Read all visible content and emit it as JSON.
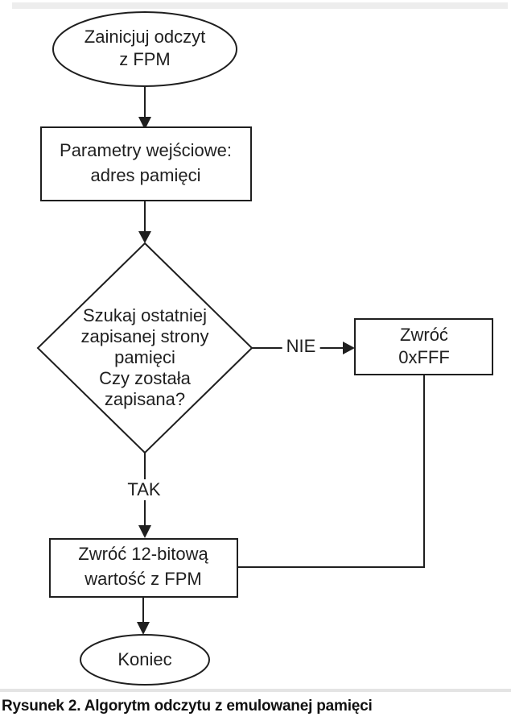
{
  "caption": {
    "text": "Rysunek 2. Algorytm odczytu z emulowanej pamięci"
  },
  "flowchart": {
    "start": "Zainicjuj odczyt\nz FPM",
    "input_params": "Parametry wejściowe:\nadres pamięci",
    "decision": "Szukaj ostatniej\nzapisanej strony\npamięci\nCzy została\nzapisana?",
    "branch_no": "NIE",
    "branch_yes": "TAK",
    "return_fff": "Zwróć 0xFFF",
    "return_12bit": "Zwróć 12-bitową\nwartość z FPM",
    "end": "Koniec",
    "colors": {
      "stroke": "#1f1f1f",
      "text": "#1f1f1f",
      "background": "#ffffff"
    }
  }
}
